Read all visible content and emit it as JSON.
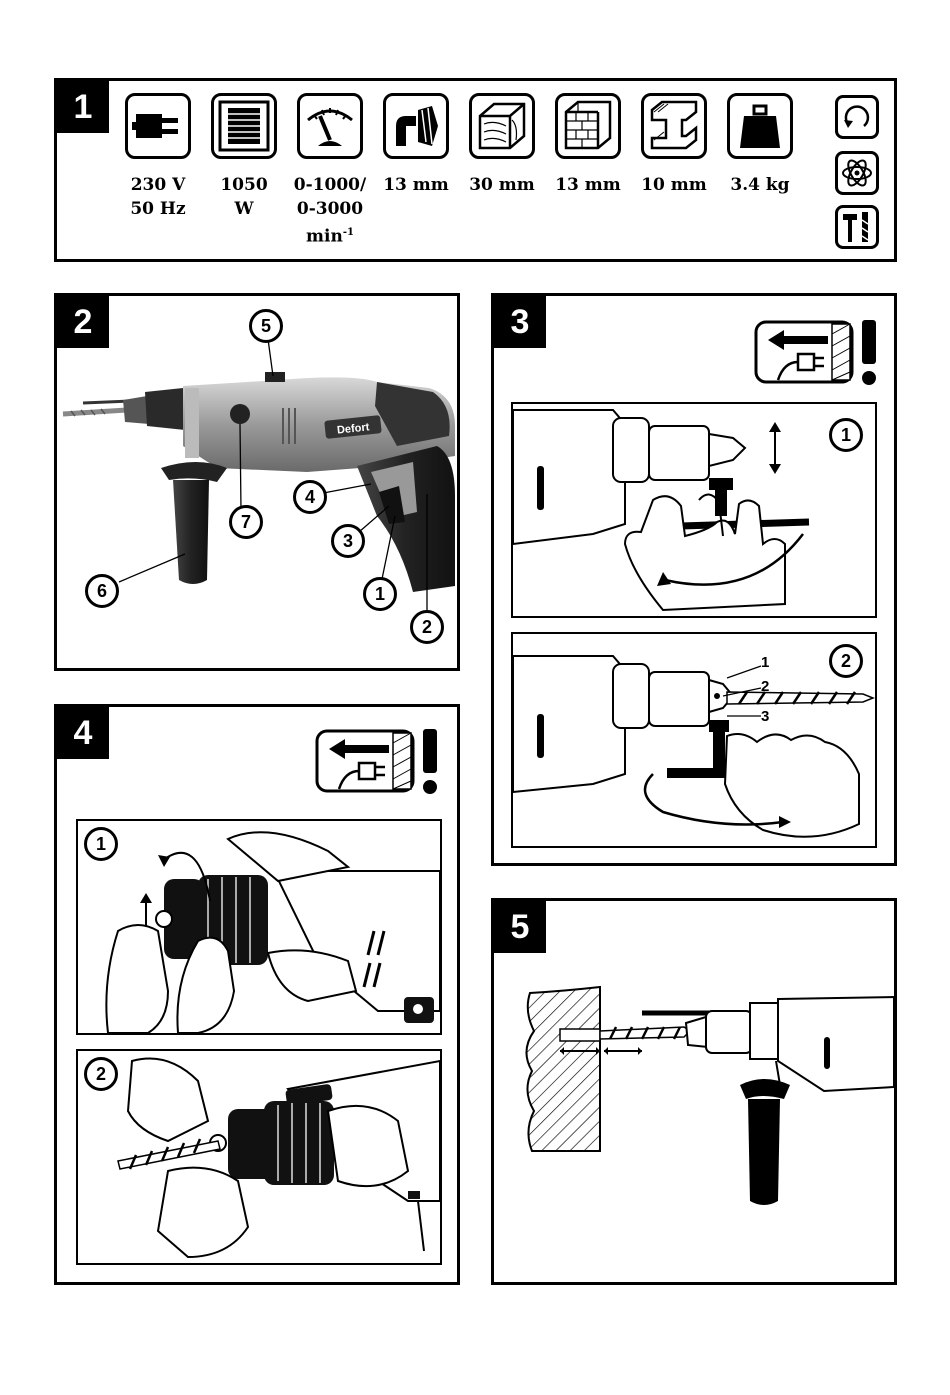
{
  "panel1": {
    "number": "1",
    "specs": [
      {
        "icon": "plug-icon",
        "text": "230 V\n50 Hz"
      },
      {
        "icon": "motor-coil-icon",
        "text": "1050\nW"
      },
      {
        "icon": "speed-gauge-icon",
        "text": "0-1000/\n0-3000"
      },
      {
        "icon": "chuck-capacity-icon",
        "text": "13 mm"
      },
      {
        "icon": "wood-icon",
        "text": "30 mm"
      },
      {
        "icon": "brick-icon",
        "text": "13 mm"
      },
      {
        "icon": "steel-beam-icon",
        "text": "10 mm"
      },
      {
        "icon": "weight-icon",
        "text": "3.4 kg"
      }
    ],
    "speed_unit": "min",
    "speed_unit_exp": "-1",
    "modes": [
      "reverse-rotation-icon",
      "electronic-control-icon",
      "hammer-drill-mode-icon"
    ]
  },
  "panel2": {
    "number": "2",
    "brand": "Defort",
    "callouts": [
      "1",
      "2",
      "3",
      "4",
      "5",
      "6",
      "7"
    ]
  },
  "panel3": {
    "number": "3",
    "steps": [
      "1",
      "2"
    ],
    "labels": [
      "1",
      "2",
      "3"
    ]
  },
  "panel4": {
    "number": "4",
    "steps": [
      "1",
      "2"
    ]
  },
  "panel5": {
    "number": "5"
  }
}
